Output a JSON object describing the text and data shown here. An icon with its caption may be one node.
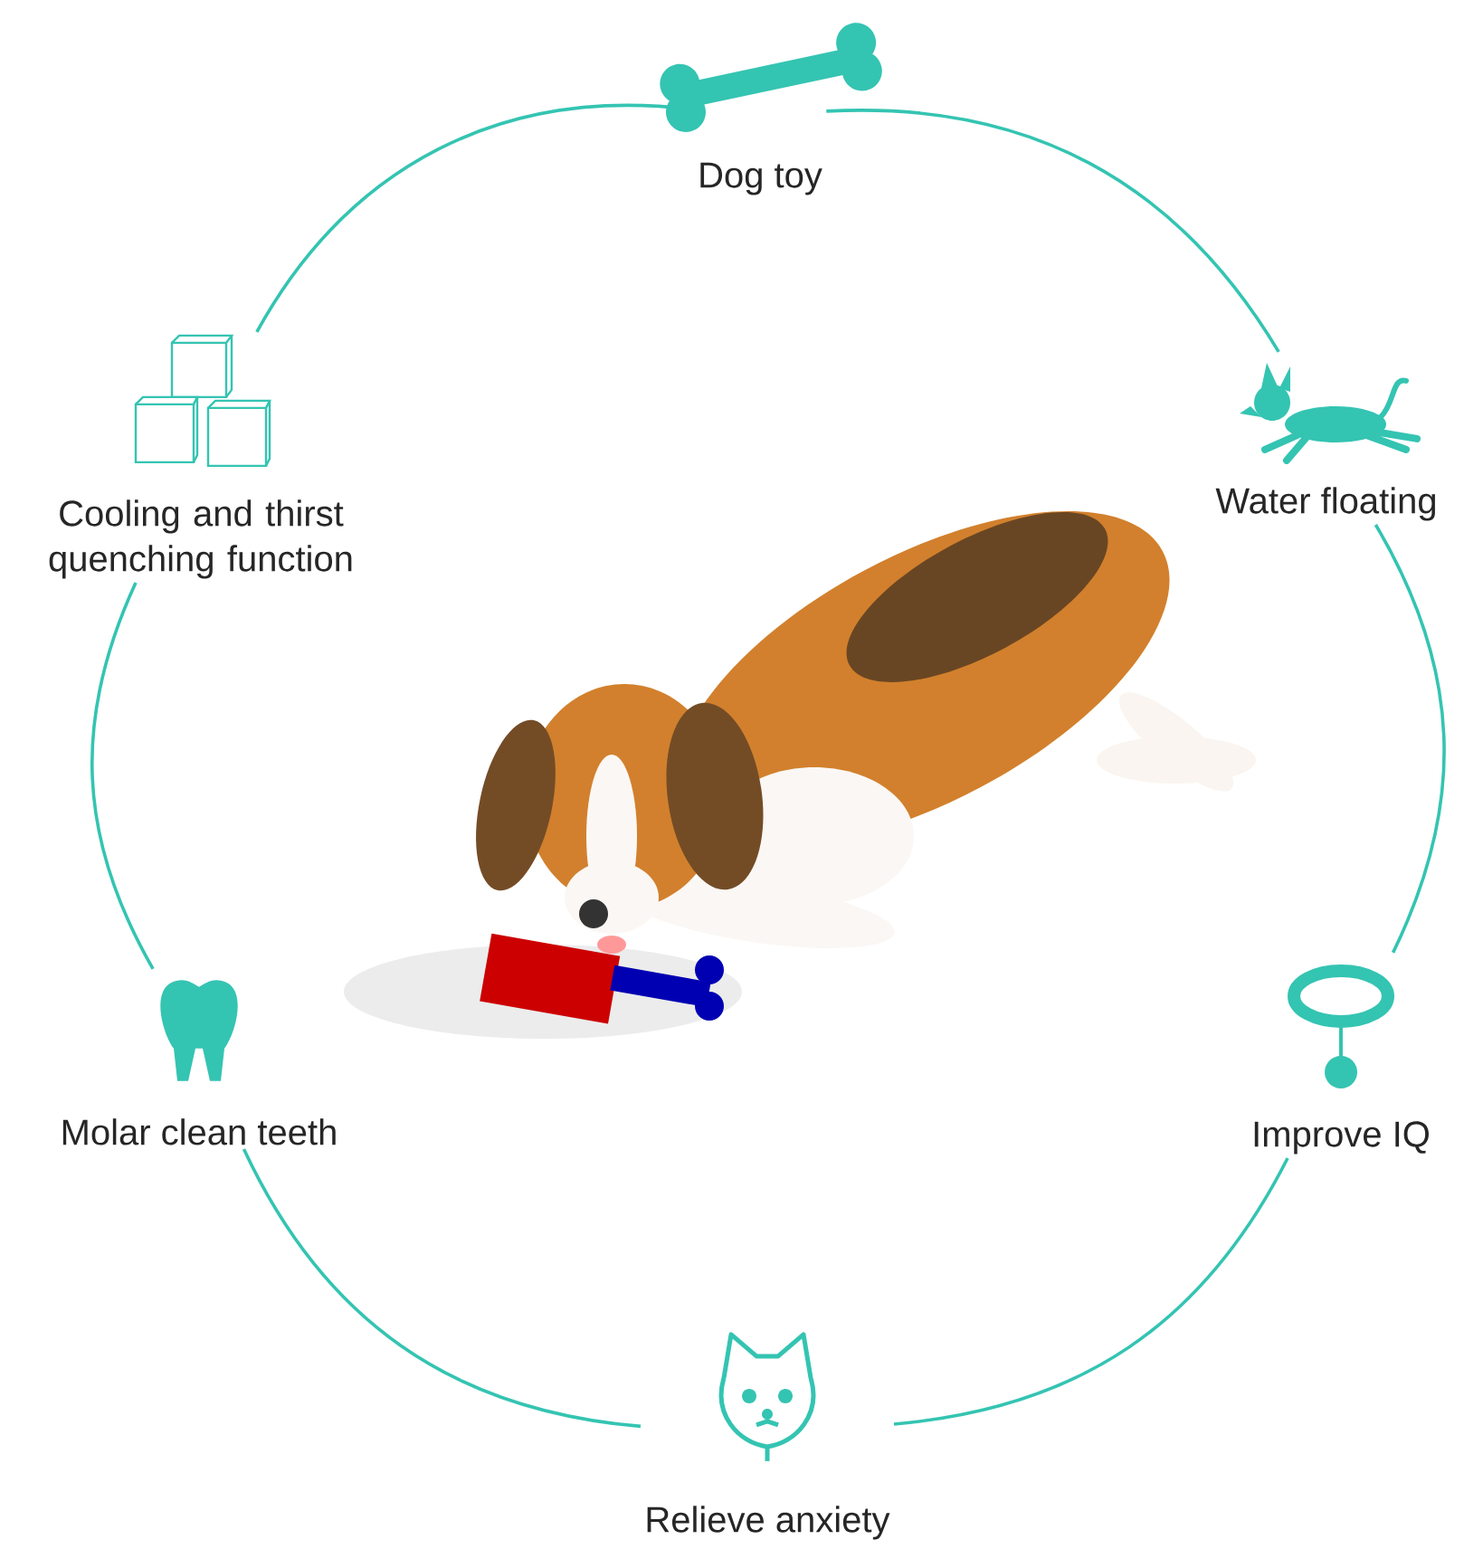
{
  "diagram": {
    "nodes": [
      {
        "text": [
          "Dog toy"
        ]
      },
      {
        "text": [
          "Water floating"
        ]
      },
      {
        "text": [
          "Improve IQ"
        ]
      },
      {
        "text": [
          "Relieve anxiety"
        ]
      },
      {
        "text": [
          "Molar clean teeth"
        ]
      },
      {
        "text": [
          "Cooling and thirst quenching function"
        ]
      }
    ],
    "edges": [
      {
        "from": 0,
        "to": 1,
        "arrow": "none"
      },
      {
        "from": 1,
        "to": 2,
        "arrow": "none"
      },
      {
        "from": 2,
        "to": 3,
        "arrow": "none"
      },
      {
        "from": 3,
        "to": 4,
        "arrow": "none"
      },
      {
        "from": 4,
        "to": 5,
        "arrow": "none"
      },
      {
        "from": 5,
        "to": 0,
        "arrow": "none"
      }
    ]
  }
}
